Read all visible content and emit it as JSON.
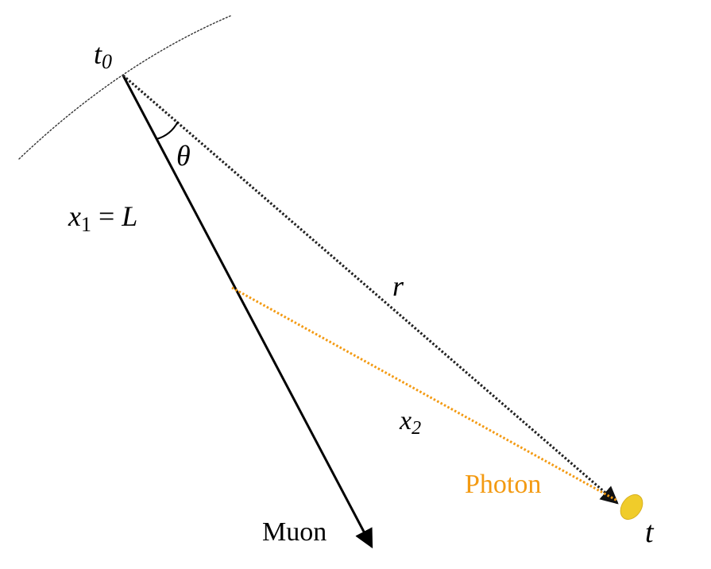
{
  "labels": {
    "t0_base": "t",
    "t0_sub": "0",
    "theta": "θ",
    "x1_base": "x",
    "x1_sub": "1",
    "x1_rest": " = ",
    "x1_L": "L",
    "r": "r",
    "x2_base": "x",
    "x2_sub": "2",
    "photon": "Photon",
    "muon": "Muon",
    "t": "t"
  },
  "colors": {
    "photon": "#f39a12",
    "line": "#000000",
    "dotted_black": "#222222",
    "sensor": "#f0cc2a",
    "sensor_edge": "#c9a020",
    "arc": "#333333"
  },
  "icons": {
    "arrow": "arrowhead",
    "sensor": "ellipse-sensor"
  }
}
